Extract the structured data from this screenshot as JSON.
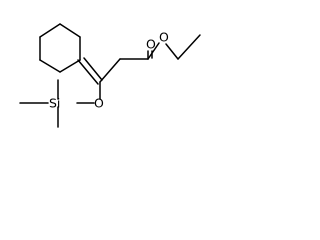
{
  "molecule": {
    "atom_labels": {
      "carbonyl_oxygen": "O",
      "ester_oxygen": "O",
      "silyl_ether_oxygen": "O",
      "silicon": "Si"
    }
  }
}
